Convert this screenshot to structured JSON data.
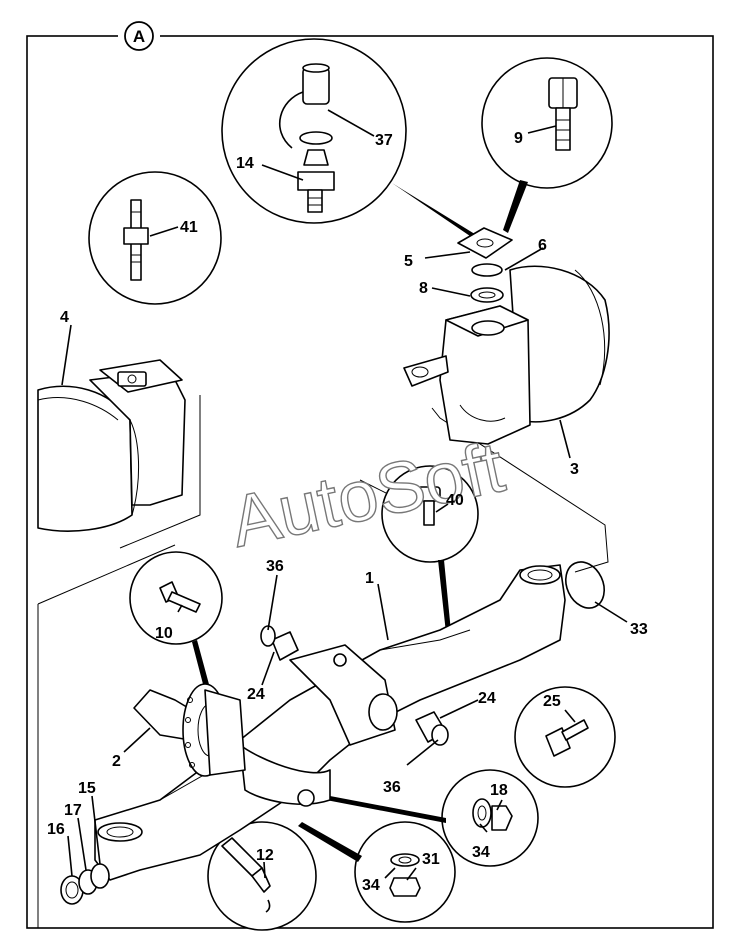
{
  "diagram": {
    "section_badge": "A",
    "watermark": "AutoSoft",
    "callouts": [
      {
        "id": "1",
        "text": "1"
      },
      {
        "id": "2",
        "text": "2"
      },
      {
        "id": "3",
        "text": "3"
      },
      {
        "id": "4",
        "text": "4"
      },
      {
        "id": "5",
        "text": "5"
      },
      {
        "id": "6",
        "text": "6"
      },
      {
        "id": "8",
        "text": "8"
      },
      {
        "id": "9",
        "text": "9"
      },
      {
        "id": "10",
        "text": "10"
      },
      {
        "id": "12",
        "text": "12"
      },
      {
        "id": "14",
        "text": "14"
      },
      {
        "id": "15",
        "text": "15"
      },
      {
        "id": "16",
        "text": "16"
      },
      {
        "id": "17",
        "text": "17"
      },
      {
        "id": "18",
        "text": "18"
      },
      {
        "id": "24a",
        "text": "24"
      },
      {
        "id": "24b",
        "text": "24"
      },
      {
        "id": "25",
        "text": "25"
      },
      {
        "id": "31",
        "text": "31"
      },
      {
        "id": "33",
        "text": "33"
      },
      {
        "id": "34a",
        "text": "34"
      },
      {
        "id": "34b",
        "text": "34"
      },
      {
        "id": "36a",
        "text": "36"
      },
      {
        "id": "36b",
        "text": "36"
      },
      {
        "id": "37",
        "text": "37"
      },
      {
        "id": "40",
        "text": "40"
      },
      {
        "id": "41",
        "text": "41"
      }
    ]
  }
}
